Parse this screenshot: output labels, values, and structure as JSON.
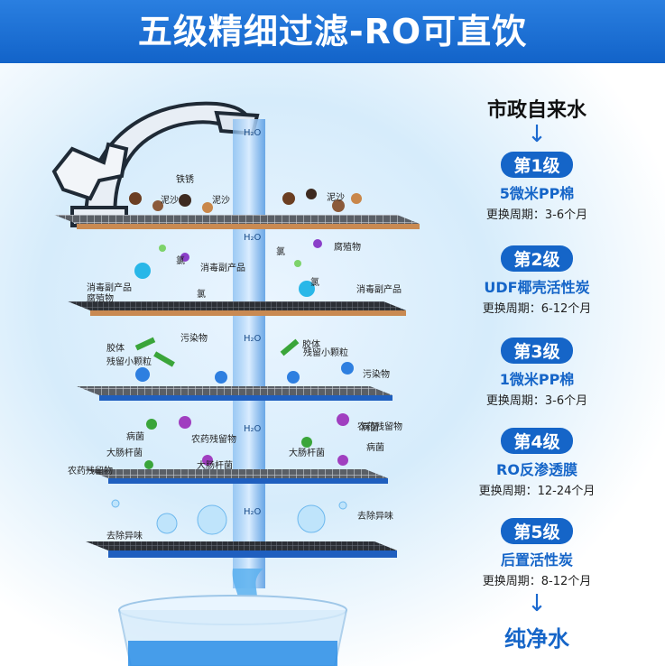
{
  "title": "五级精细过滤-RO可直饮",
  "source_water": "市政自来水",
  "result_water": "纯净水",
  "colors": {
    "header": "#1a6fd6",
    "accent": "#1565c8"
  },
  "stages": [
    {
      "badge": "第1级",
      "name": "5微米PP棉",
      "period": "更换周期：3-6个月"
    },
    {
      "badge": "第2级",
      "name": "UDF椰壳活性炭",
      "period": "更换周期：6-12个月"
    },
    {
      "badge": "第3级",
      "name": "1微米PP棉",
      "period": "更换周期：3-6个月"
    },
    {
      "badge": "第4级",
      "name": "RO反渗透膜",
      "period": "更换周期：12-24个月"
    },
    {
      "badge": "第5级",
      "name": "后置活性炭",
      "period": "更换周期：8-12个月"
    }
  ],
  "layer_labels": {
    "l1": [
      "铁锈",
      "泥沙",
      "泥沙",
      "泥沙"
    ],
    "l2": [
      "氯",
      "腐殖物",
      "消毒副产品",
      "氯",
      "消毒副产品",
      "腐殖物",
      "氯",
      "氯",
      "消毒副产品"
    ],
    "l3": [
      "胶体",
      "残留小颗粒",
      "污染物",
      "胶体",
      "残留小颗粒",
      "污染物"
    ],
    "l4": [
      "病菌",
      "农药残留物",
      "大肠杆菌",
      "大肠杆菌",
      "农药残留物",
      "病菌",
      "大肠杆菌",
      "农药残留物",
      "病菌"
    ],
    "l5": [
      "去除异味",
      "去除异味"
    ]
  },
  "h2o": "H₂O",
  "icons": [
    "faucet-icon",
    "water-stream-icon",
    "glass-icon",
    "down-arrow-icon"
  ]
}
